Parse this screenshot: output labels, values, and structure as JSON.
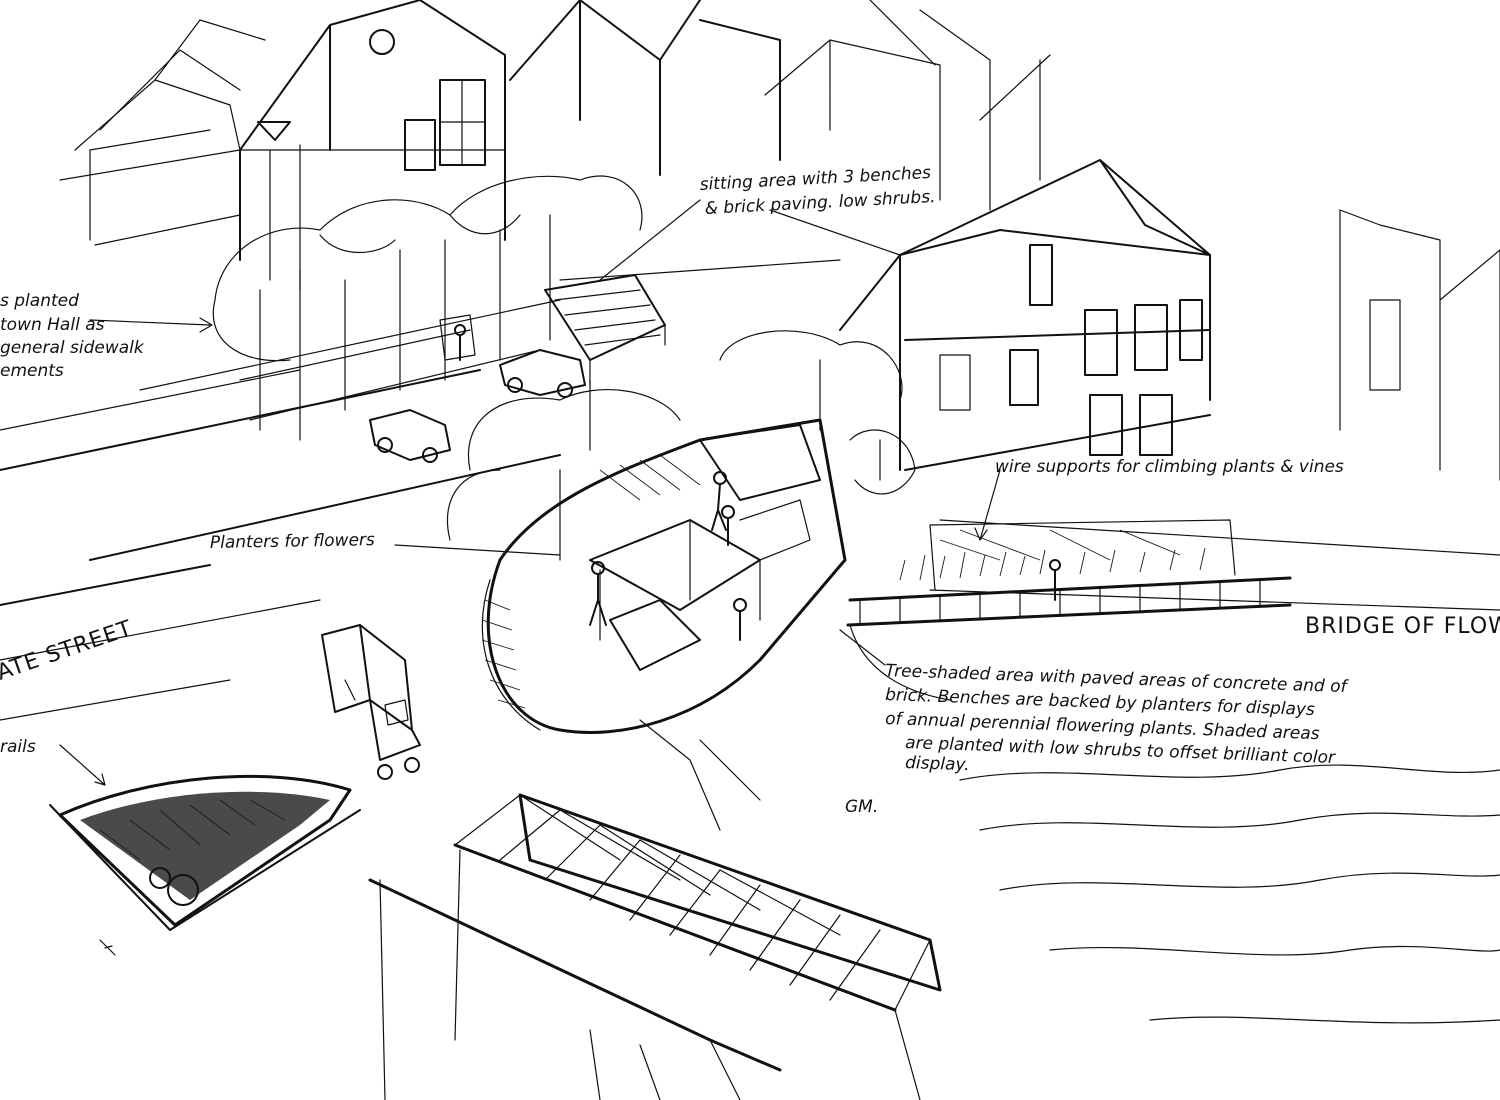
{
  "annotations": {
    "sitting_area_line1": "sitting area with 3 benches",
    "sitting_area_line2": "& brick paving. low shrubs.",
    "town_hall_line1": "s planted",
    "town_hall_line2": "town Hall as",
    "town_hall_line3": "general sidewalk",
    "town_hall_line4": "ements",
    "planters": "Planters for flowers",
    "wire_supports": "wire supports for climbing plants & vines",
    "bridge_of_flowers": "BRIDGE OF FLOWER",
    "street": "ATE STREET",
    "rails": "rails",
    "tree_shaded_line1": "Tree-shaded area with paved areas of concrete and of",
    "tree_shaded_line2": "brick. Benches are backed by planters for displays",
    "tree_shaded_line3": "of annual perennial flowering plants. Shaded areas",
    "tree_shaded_line4": "are planted with low shrubs to offset brilliant color",
    "tree_shaded_line5": "display.",
    "signature": "GM."
  },
  "colors": {
    "ink": "#111111",
    "paper": "#ffffff"
  }
}
